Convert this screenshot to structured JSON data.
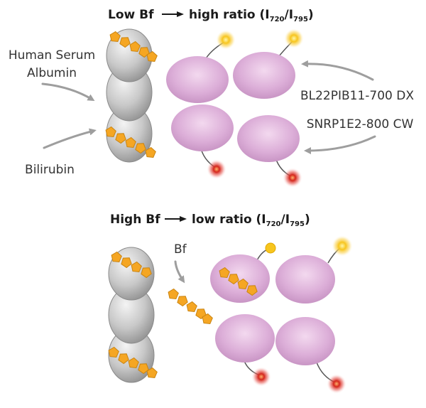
{
  "top_panel": {
    "heading_left": "Low Bf",
    "heading_right": "high ratio (I",
    "sub1": "720",
    "slash": "/I",
    "sub2": "795",
    "close": ")",
    "label_hsa_line1": "Human Serum",
    "label_hsa_line2": "Albumin",
    "label_bilirubin": "Bilirubin",
    "label_green_probe": "BL22PIB11-700 DX",
    "label_red_probe": "SNRP1E2-800 CW"
  },
  "bottom_panel": {
    "heading_left": "High Bf",
    "heading_right": "low ratio (I",
    "sub1": "720",
    "slash": "/I",
    "sub2": "795",
    "close": ")",
    "label_bf": "Bf"
  },
  "icons": {
    "albumin": "grey-sphere-icon",
    "bilirubin": "orange-pentagon-chain-icon",
    "probe": "pink-ellipse-icon",
    "yellow_fluorophore": "yellow-glow-icon",
    "red_fluorophore": "red-glow-icon",
    "arrow": "grey-curved-arrow-icon"
  },
  "colors": {
    "albumin_grey": "#bdbdbd",
    "bilirubin_orange": "#f5a623",
    "probe_pink": "#d9a9d6",
    "yellow_dye": "#f7c51e",
    "red_dye": "#d4261c",
    "arrow_grey": "#9e9e9e"
  }
}
